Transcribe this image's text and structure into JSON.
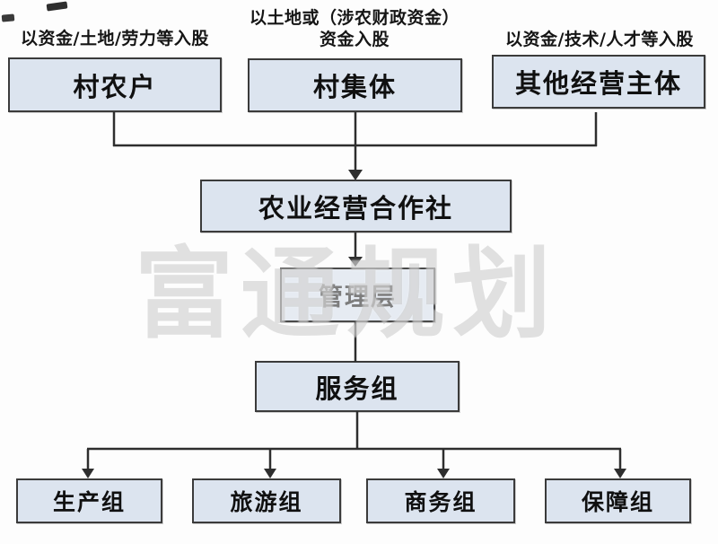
{
  "labels": {
    "left": "以资金/土地/劳力等入股",
    "center_line1": "以土地或（涉农财政资金）",
    "center_line2": "资金入股",
    "right": "以资金/技术/人才等入股"
  },
  "nodes": {
    "farmer": "村农户",
    "collective": "村集体",
    "other": "其他经营主体",
    "coop": "农业经营合作社",
    "management": "管理层",
    "service": "服务组",
    "production": "生产组",
    "tourism": "旅游组",
    "business": "商务组",
    "support": "保障组"
  },
  "watermark": "富通规划",
  "colors": {
    "node_fill": "#dce4ef",
    "node_border": "#3b3b3b",
    "line": "#2e2e2e",
    "watermark_gray": "#acacac"
  }
}
